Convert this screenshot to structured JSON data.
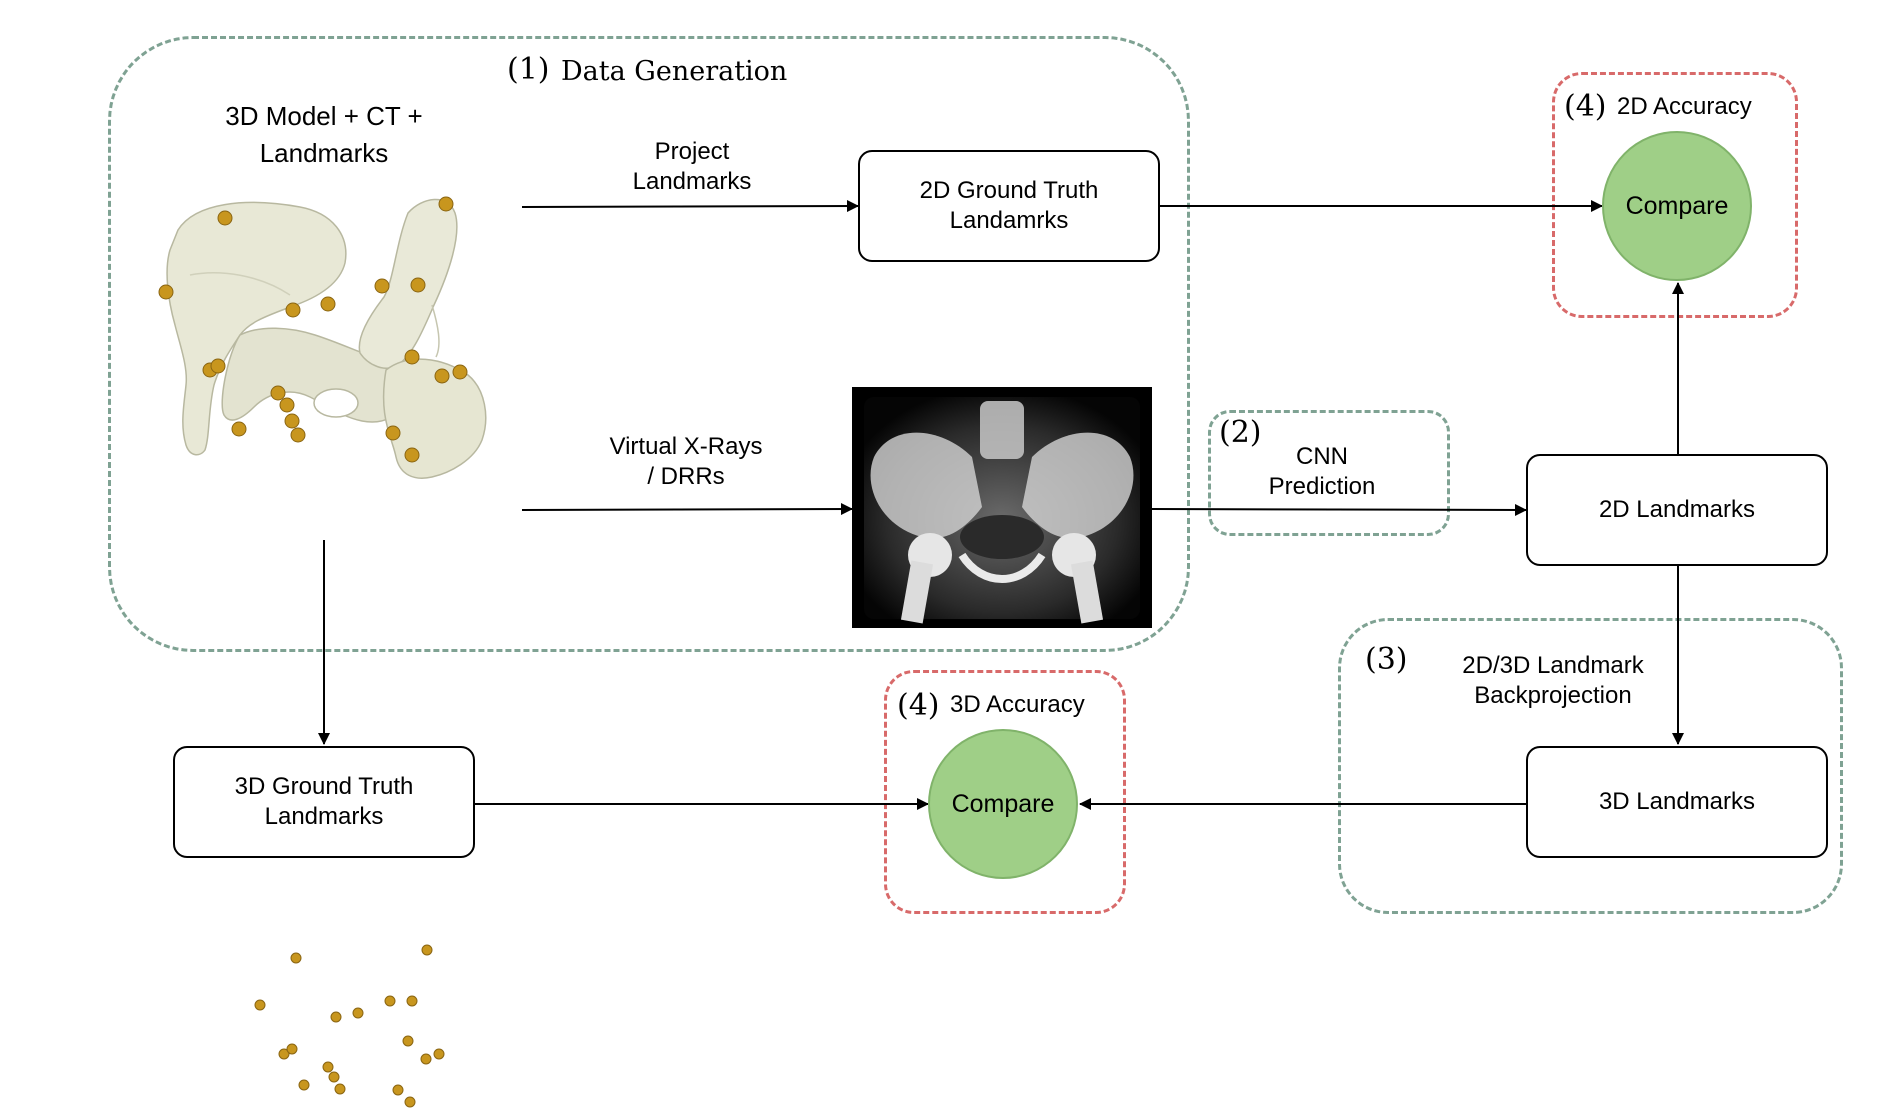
{
  "stage1": {
    "number": "(1)",
    "title": "Data Generation"
  },
  "model_label": "3D Model + CT +\nLandmarks",
  "edge_project": "Project\nLandmarks",
  "edge_drr": "Virtual X-Rays\n/ DRRs",
  "gt2d": "2D Ground Truth\nLandamrks",
  "stage2": {
    "number": "(2)",
    "title": "CNN\nPrediction"
  },
  "lm2d": "2D Landmarks",
  "stage3": {
    "number": "(3)",
    "title": "2D/3D Landmark\nBackprojection"
  },
  "lm3d": "3D Landmarks",
  "gt3d": "3D Ground Truth\nLandmarks",
  "acc2d": {
    "number": "(4)",
    "title": "2D Accuracy",
    "compare": "Compare"
  },
  "acc3d": {
    "number": "(4)",
    "title": "3D Accuracy",
    "compare": "Compare"
  },
  "colors": {
    "group_border": "#7fa293",
    "accuracy_border": "#d86a6a",
    "compare_fill": "#9fcf87",
    "landmark": "#c8961e"
  }
}
